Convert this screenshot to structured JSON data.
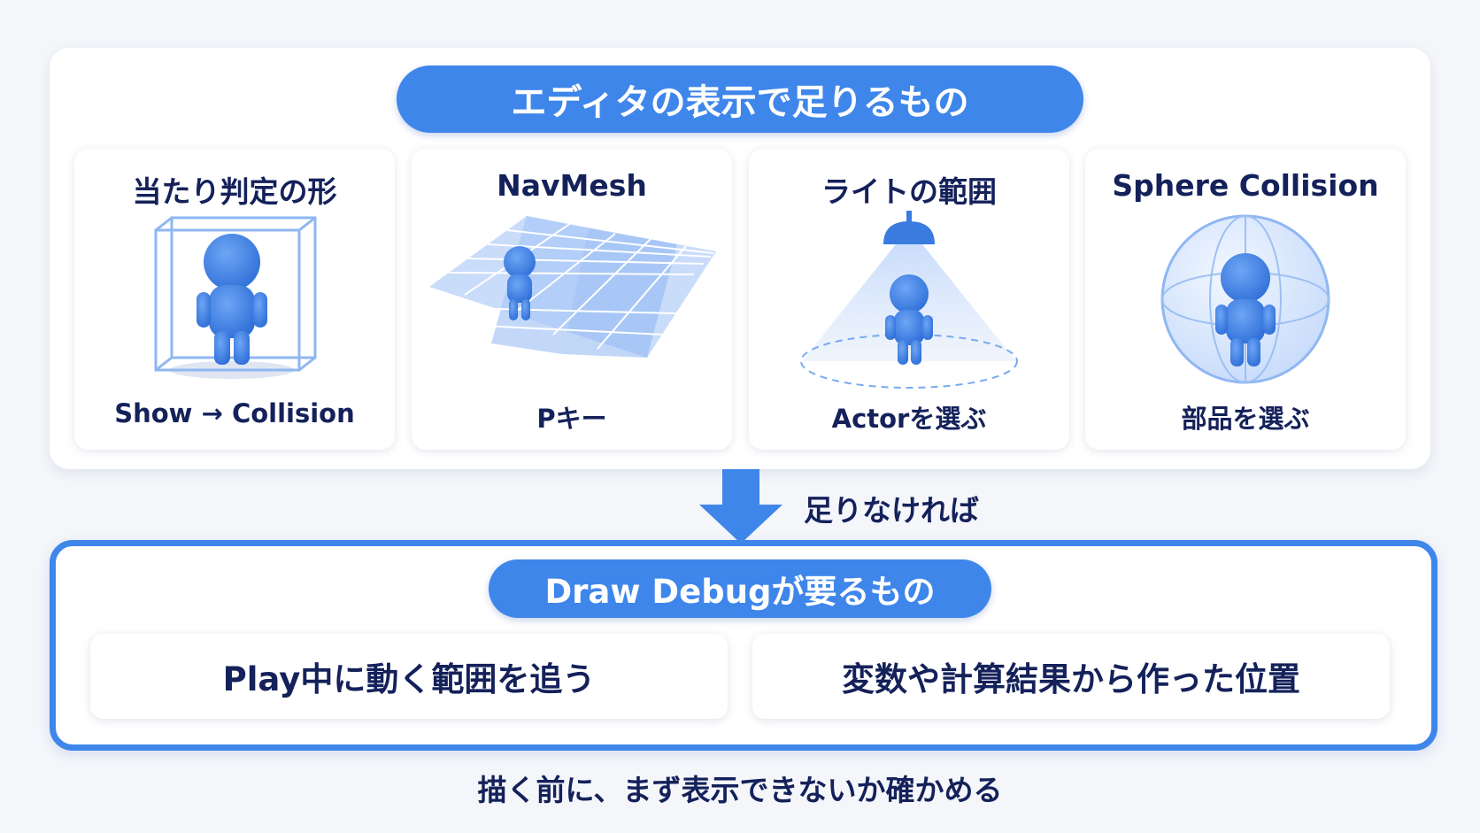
{
  "top_section": {
    "title": "エディタの表示で足りるもの",
    "cards": [
      {
        "title": "当たり判定の形",
        "caption": "Show → Collision",
        "icon": "collision-box-icon"
      },
      {
        "title": "NavMesh",
        "caption": "Pキー",
        "icon": "navmesh-grid-icon"
      },
      {
        "title": "ライトの範囲",
        "caption": "Actorを選ぶ",
        "icon": "spotlight-cone-icon"
      },
      {
        "title": "Sphere Collision",
        "caption": "部品を選ぶ",
        "icon": "collision-sphere-icon"
      }
    ]
  },
  "transition": {
    "label": "足りなければ",
    "icon": "arrow-down-icon"
  },
  "bottom_section": {
    "title": "Draw Debugが要るもの",
    "items": [
      "Play中に動く範囲を追う",
      "変数や計算結果から作った位置"
    ]
  },
  "footer": "描く前に、まず表示できないか確かめる",
  "colors": {
    "accent": "#3f86ea",
    "text": "#14215a",
    "background": "#f4f6fa",
    "figure": "#3a7be0"
  }
}
